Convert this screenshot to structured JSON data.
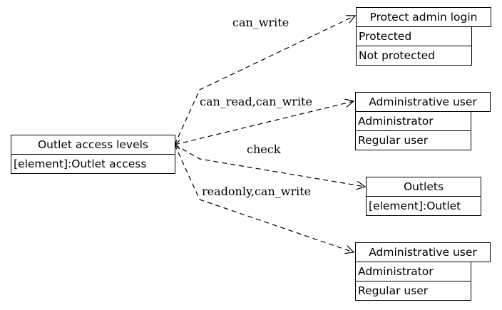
{
  "source": {
    "title": "Outlet access levels",
    "element": "[element]:Outlet access"
  },
  "targets": {
    "protect_admin_login": {
      "title": "Protect admin login",
      "options": [
        "Protected",
        "Not protected"
      ]
    },
    "admin_user_1": {
      "title": "Administrative user",
      "options": [
        "Administrator",
        "Regular user"
      ]
    },
    "outlets": {
      "title": "Outlets",
      "element": "[element]:Outlet"
    },
    "admin_user_2": {
      "title": "Administrative user",
      "options": [
        "Administrator",
        "Regular user"
      ]
    }
  },
  "edges": {
    "to_protect_admin_login": "can_write",
    "to_admin_user_1": "can_read,can_write",
    "to_outlets": "check",
    "to_admin_user_2": "readonly,can_write"
  }
}
